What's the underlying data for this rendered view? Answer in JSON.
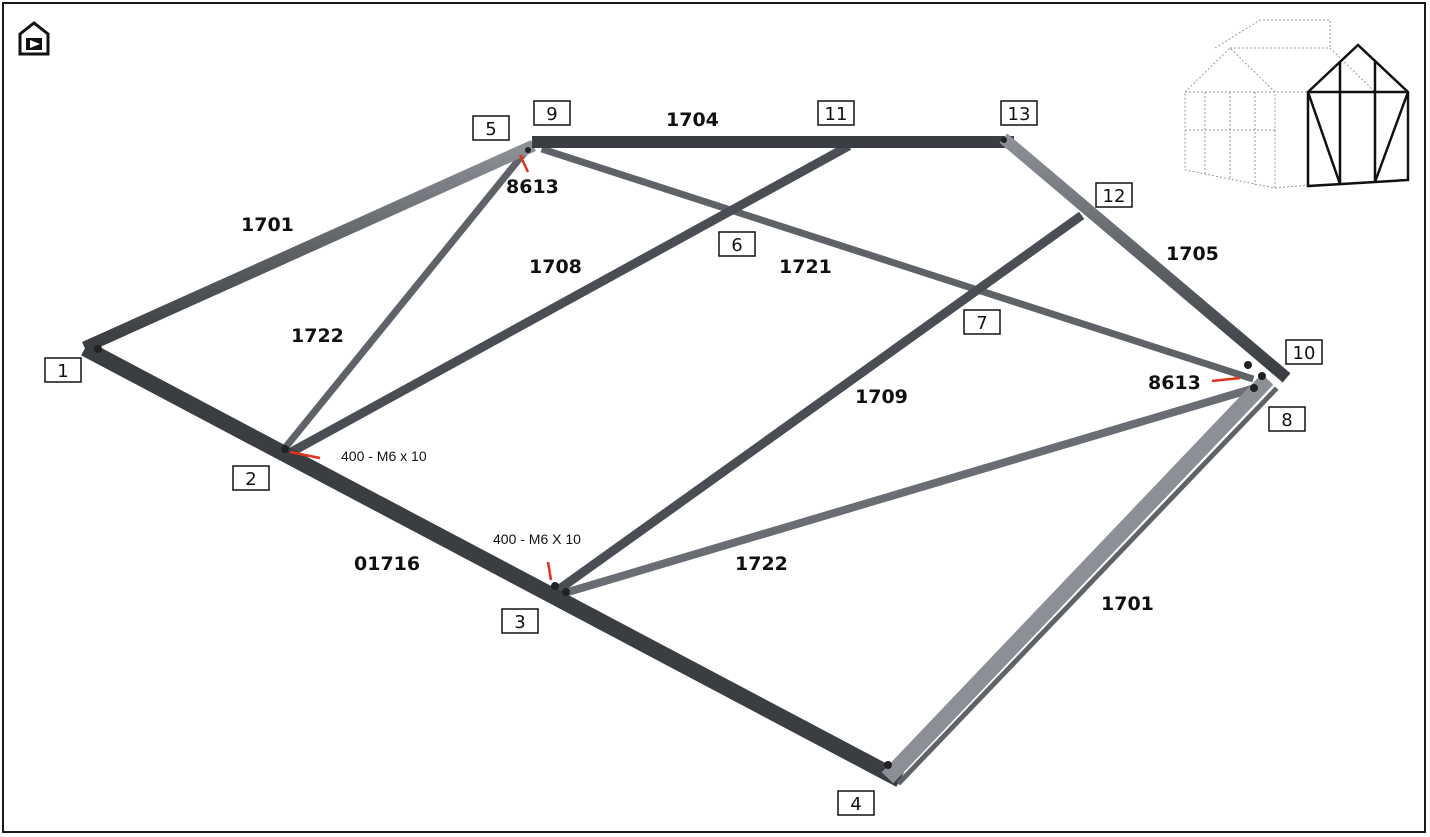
{
  "steps": [
    "1",
    "2",
    "3",
    "4",
    "5",
    "6",
    "7",
    "8",
    "9",
    "10",
    "11",
    "12",
    "13"
  ],
  "parts": {
    "p1701a": "1701",
    "p1701b": "1701",
    "p1704": "1704",
    "p1705": "1705",
    "p1708": "1708",
    "p1709": "1709",
    "p1721": "1721",
    "p1722a": "1722",
    "p1722b": "1722",
    "p01716": "01716",
    "p8613a": "8613",
    "p8613b": "8613"
  },
  "notes": {
    "bolt2": "400 - M6 x 10",
    "bolt3": "400 - M6 X 10"
  },
  "colors": {
    "frame": "#5f6368",
    "frame_dark": "#3a3d42",
    "frame_light": "#8c9096",
    "callout": "#e0321f"
  },
  "icons": {
    "logo": "greenhouse-logo-icon",
    "thumbnail": "greenhouse-thumbnail"
  }
}
